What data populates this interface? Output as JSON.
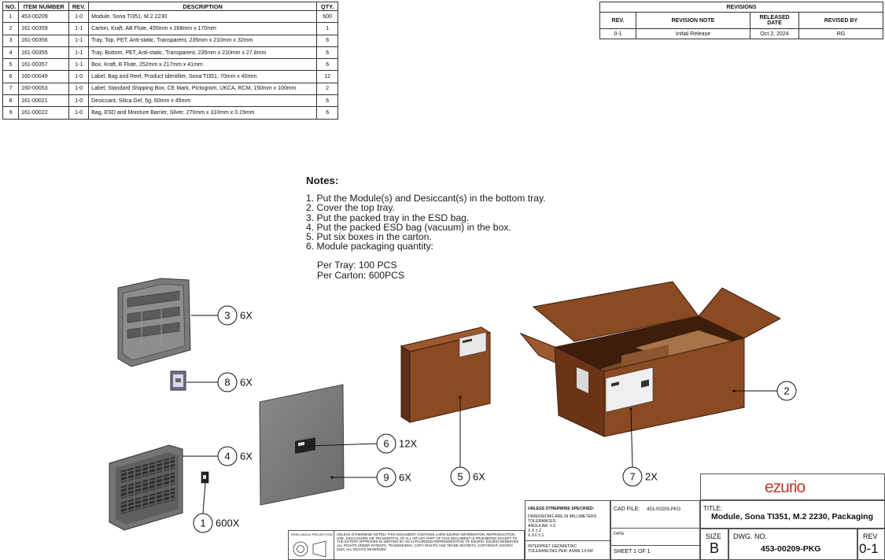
{
  "bom": {
    "headers": [
      "NO.",
      "ITEM NUMBER",
      "REV.",
      "DESCRIPTION",
      "QTY."
    ],
    "rows": [
      [
        "1",
        "453-00209",
        "1-0",
        "Module, Sona TI351, M.2 2230",
        "600"
      ],
      [
        "2",
        "161-00359",
        "1-1",
        "Carton, Kraft, AB Flute, 455mm x 268mm x 170mm",
        "1"
      ],
      [
        "3",
        "161-00356",
        "1-1",
        "Tray, Top, PET, Anti-static, Transparent, 235mm x 210mm x 32mm",
        "6"
      ],
      [
        "4",
        "161-00355",
        "1-1",
        "Tray, Bottom, PET, Anti-static, Transparent, 235mm x 210mm x 27.8mm",
        "6"
      ],
      [
        "5",
        "161-00357",
        "1-1",
        "Box, Kraft, B Flute, 252mm x 217mm x 41mm",
        "6"
      ],
      [
        "6",
        "160-00049",
        "1-0",
        "Label, Bag and Reel, Product Identifier, Sona TI351, 70mm x 40mm",
        "12"
      ],
      [
        "7",
        "160-00053",
        "1-0",
        "Label, Standard Shipping Box, CE Mark, Pictogram, UKCA, RCM, 150mm x 100mm",
        "2"
      ],
      [
        "8",
        "161-00021",
        "1-0",
        "Desiccant, Silica Gel, 5g, 60mm x 45mm",
        "6"
      ],
      [
        "9",
        "161-00022",
        "1-0",
        "Bag, ESD and Moisture Barrier, Silver, 270mm x 310mm x 0.15mm",
        "6"
      ]
    ]
  },
  "revisions": {
    "title": "REVISIONS",
    "headers": [
      "REV.",
      "REVISION NOTE",
      "RELEASED DATE",
      "REVISED BY"
    ],
    "rows": [
      [
        "0-1",
        "Initial Release",
        "Oct 2, 2024",
        "RG"
      ]
    ]
  },
  "notes": {
    "heading": "Notes:",
    "items": [
      "1. Put the Module(s) and Desiccant(s) in the bottom tray.",
      "2. Cover the top tray.",
      "3. Put the packed tray in the ESD bag.",
      "4. Put the packed ESD bag (vacuum) in the box.",
      "5. Put six boxes in the carton.",
      "6. Module packaging quantity:"
    ],
    "per_tray": "Per Tray: 100 PCS",
    "per_carton": "Per Carton: 600PCS"
  },
  "balloons": [
    {
      "id": "b3",
      "num": "3",
      "qty": "6X"
    },
    {
      "id": "b8",
      "num": "8",
      "qty": "6X"
    },
    {
      "id": "b4",
      "num": "4",
      "qty": "6X"
    },
    {
      "id": "b1",
      "num": "1",
      "qty": "600X"
    },
    {
      "id": "b6",
      "num": "6",
      "qty": "12X"
    },
    {
      "id": "b9",
      "num": "9",
      "qty": "6X"
    },
    {
      "id": "b5",
      "num": "5",
      "qty": "6X"
    },
    {
      "id": "b7",
      "num": "7",
      "qty": "2X"
    },
    {
      "id": "b2",
      "num": "2",
      "qty": ""
    }
  ],
  "title_block": {
    "unless_specified": "UNLESS OTHERWISE SPECIFIED:",
    "dims": "DIMENSIONS ARE IN MILLIMETERS",
    "tolerances": "TOLERANCES:",
    "angular": "ANGULAR:  ±.5",
    "xx": "X.X          ±.2",
    "xxx": "X.XX        ±.1",
    "interpret": "INTERPRET GEOMETRIC",
    "tolerancing": "TOLERANCING PER:  ASME 14.5M",
    "third_angle": "THIRD ANGLE PROJECTION",
    "disclaimer": "UNLESS OTHERWISE NOTED, THIS DOCUMENT CONTAINS LAIRD EZURIO INFORMATION. REPRODUCTION, USE, DISCLOSURE OR TRANSMITTAL OF ALL OR ANY PART OF THIS DOCUMENT IS PROHIBITED EXCEPT TO THE EXTENT APPROVED IN WRITING BY AN AUTHORIZED REPRESENTATIVE OF EZURIO. EZURIO RESERVES ALL RIGHTS UNDER PATENTS, TRADEMARKS, COPY RIGHTS AND TRADE SECRETS. COPYRIGHT, EZURIO 2024, ALL RIGHTS RESERVED.",
    "cad_file_label": "CAD FILE:",
    "cad_file": "453-00209-PKG",
    "date_label": "DATE",
    "sheet": "SHEET 1 OF 1",
    "logo": "ezurio",
    "title_label": "TITLE:",
    "title": "Module, Sona TI351, M.2 2230, Packaging",
    "size_label": "SIZE",
    "size": "B",
    "dwg_label": "DWG. NO.",
    "dwg_no": "453-00209-PKG",
    "rev_label": "REV",
    "rev": "0-1"
  },
  "colors": {
    "kraft": "#8a4a22",
    "kraft_dark": "#5e2f14",
    "bag": "#7e7e7e",
    "tray": "#6f6f6f",
    "logo_red": "#c0392b"
  }
}
